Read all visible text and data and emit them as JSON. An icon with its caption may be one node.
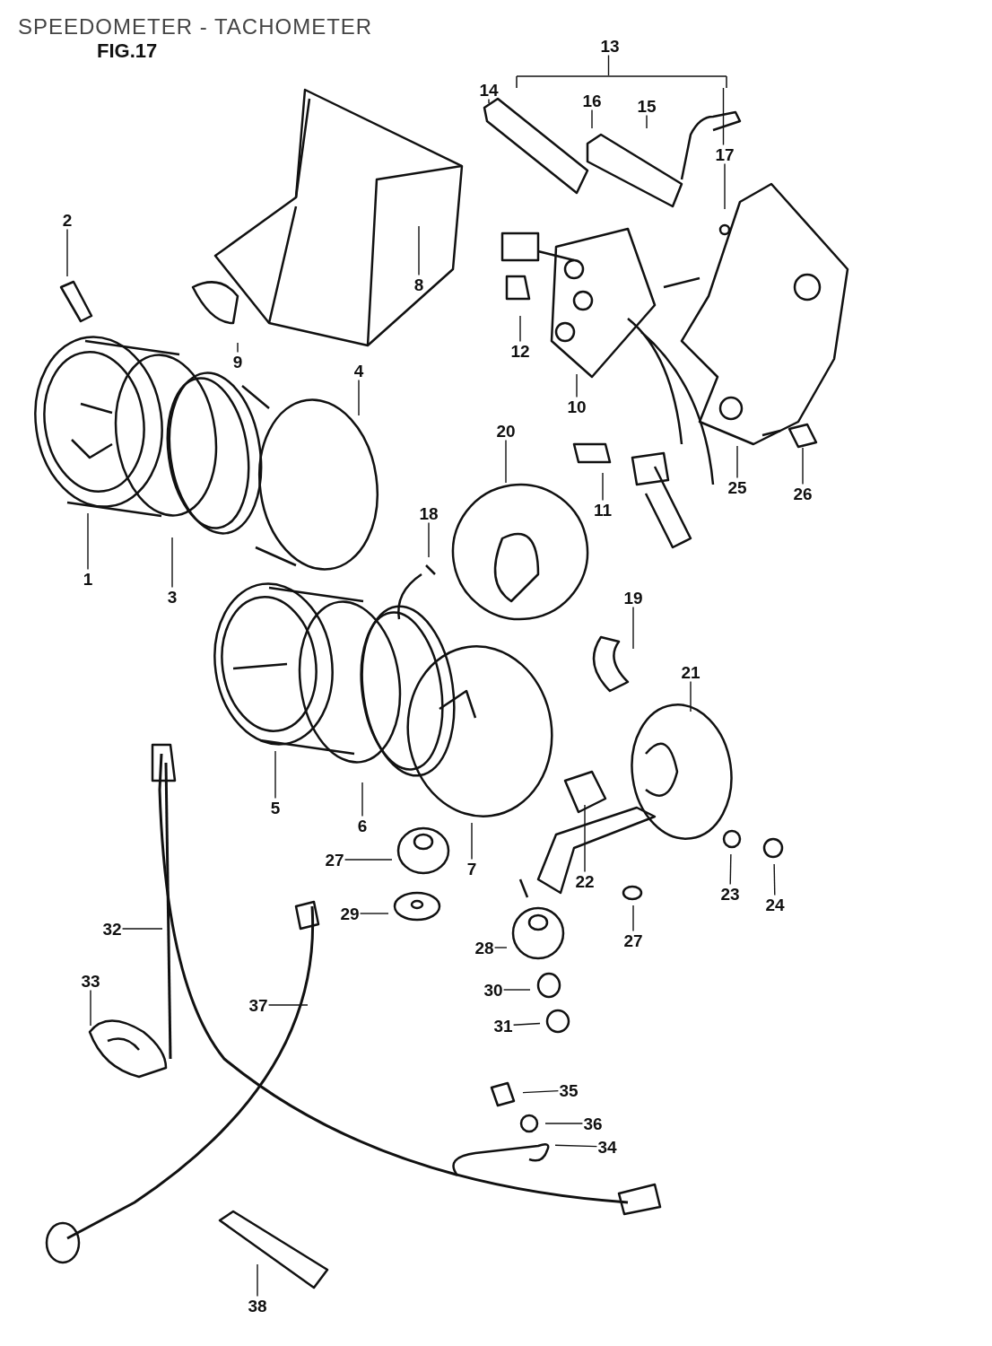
{
  "diagram": {
    "title": "SPEEDOMETER - TACHOMETER",
    "nodes": [
      {
        "text": [
          "1"
        ]
      },
      {
        "text": [
          "2"
        ]
      },
      {
        "text": [
          "3"
        ]
      },
      {
        "text": [
          "4"
        ]
      },
      {
        "text": [
          "5"
        ]
      },
      {
        "text": [
          "6"
        ]
      },
      {
        "text": [
          "7"
        ]
      },
      {
        "text": [
          "8"
        ]
      },
      {
        "text": [
          "9"
        ]
      },
      {
        "text": [
          "10"
        ]
      },
      {
        "text": [
          "11"
        ]
      },
      {
        "text": [
          "12"
        ]
      },
      {
        "text": [
          "13"
        ]
      },
      {
        "text": [
          "14"
        ]
      },
      {
        "text": [
          "15"
        ]
      },
      {
        "text": [
          "16"
        ]
      },
      {
        "text": [
          "17"
        ]
      },
      {
        "text": [
          "18"
        ]
      },
      {
        "text": [
          "19"
        ]
      },
      {
        "text": [
          "20"
        ]
      },
      {
        "text": [
          "21"
        ]
      },
      {
        "text": [
          "22"
        ]
      },
      {
        "text": [
          "23"
        ]
      },
      {
        "text": [
          "24"
        ]
      },
      {
        "text": [
          "25"
        ]
      },
      {
        "text": [
          "26"
        ]
      },
      {
        "text": [
          "27"
        ]
      },
      {
        "text": [
          "27"
        ]
      },
      {
        "text": [
          "28"
        ]
      },
      {
        "text": [
          "29"
        ]
      },
      {
        "text": [
          "30"
        ]
      },
      {
        "text": [
          "31"
        ]
      },
      {
        "text": [
          "32"
        ]
      },
      {
        "text": [
          "33"
        ]
      },
      {
        "text": [
          "34"
        ]
      },
      {
        "text": [
          "35"
        ]
      },
      {
        "text": [
          "36"
        ]
      },
      {
        "text": [
          "37"
        ]
      },
      {
        "text": [
          "38"
        ]
      },
      {
        "text": [],
        "shape": "bar"
      }
    ],
    "edges": [
      {
        "from": 0,
        "to": null,
        "arrow": "none"
      },
      {
        "from": 1,
        "to": null,
        "arrow": "none"
      },
      {
        "from": 2,
        "to": null,
        "arrow": "none"
      },
      {
        "from": 3,
        "to": null,
        "arrow": "none"
      },
      {
        "from": 4,
        "to": null,
        "arrow": "none"
      },
      {
        "from": 5,
        "to": null,
        "arrow": "none"
      },
      {
        "from": 6,
        "to": null,
        "arrow": "none"
      },
      {
        "from": 7,
        "to": null,
        "arrow": "none"
      },
      {
        "from": 8,
        "to": null,
        "arrow": "none"
      },
      {
        "from": 9,
        "to": null,
        "arrow": "none"
      },
      {
        "from": 10,
        "to": null,
        "arrow": "none"
      },
      {
        "from": 11,
        "to": null,
        "arrow": "none"
      },
      {
        "from": 12,
        "to": 39,
        "arrow": "none"
      },
      {
        "from": 13,
        "to": null,
        "arrow": "none"
      },
      {
        "from": 14,
        "to": null,
        "arrow": "none"
      },
      {
        "from": 15,
        "to": null,
        "arrow": "none"
      },
      {
        "from": 16,
        "to": null,
        "arrow": "none"
      },
      {
        "from": 16,
        "to": 39,
        "arrow": "none"
      },
      {
        "from": 17,
        "to": null,
        "arrow": "none"
      },
      {
        "from": 18,
        "to": null,
        "arrow": "none"
      },
      {
        "from": 19,
        "to": null,
        "arrow": "none"
      },
      {
        "from": 20,
        "to": null,
        "arrow": "none"
      },
      {
        "from": 21,
        "to": null,
        "arrow": "none"
      },
      {
        "from": 22,
        "to": null,
        "arrow": "none"
      },
      {
        "from": 23,
        "to": null,
        "arrow": "none"
      },
      {
        "from": 24,
        "to": null,
        "arrow": "none"
      },
      {
        "from": 25,
        "to": null,
        "arrow": "none"
      },
      {
        "from": 26,
        "to": null,
        "arrow": "none"
      },
      {
        "from": 27,
        "to": null,
        "arrow": "none"
      },
      {
        "from": 28,
        "to": null,
        "arrow": "none"
      },
      {
        "from": 29,
        "to": null,
        "arrow": "none"
      },
      {
        "from": 30,
        "to": null,
        "arrow": "none"
      },
      {
        "from": 31,
        "to": null,
        "arrow": "none"
      },
      {
        "from": 32,
        "to": null,
        "arrow": "none"
      },
      {
        "from": 33,
        "to": null,
        "arrow": "none"
      },
      {
        "from": 34,
        "to": null,
        "arrow": "none"
      },
      {
        "from": 35,
        "to": null,
        "arrow": "none"
      },
      {
        "from": 36,
        "to": null,
        "arrow": "none"
      },
      {
        "from": 37,
        "to": null,
        "arrow": "none"
      },
      {
        "from": 38,
        "to": null,
        "arrow": "none"
      }
    ],
    "labels": [
      "FIG.17"
    ]
  }
}
